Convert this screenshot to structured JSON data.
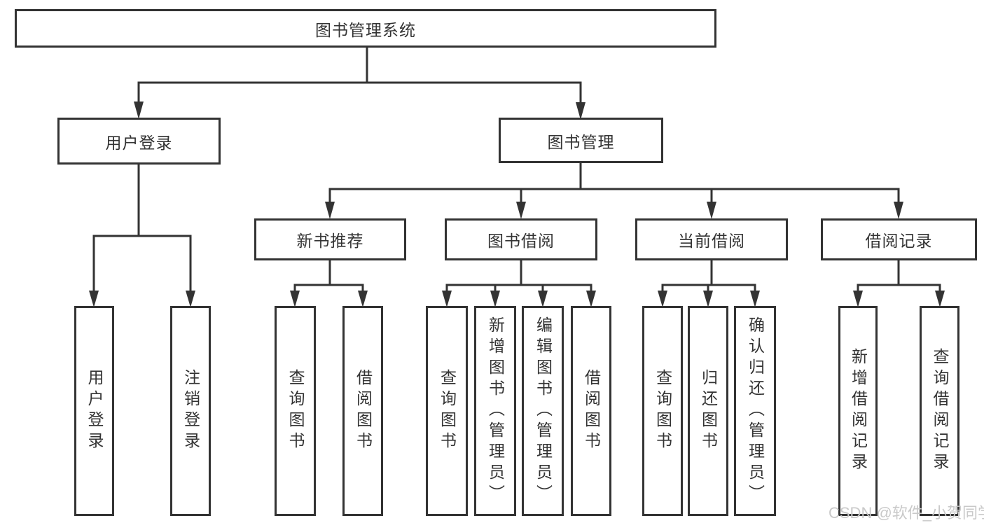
{
  "diagram": {
    "tree": {
      "label": "图书管理系统",
      "children": [
        {
          "label": "用户登录",
          "children": [
            {
              "label": "用户登录"
            },
            {
              "label": "注销登录"
            }
          ]
        },
        {
          "label": "图书管理",
          "children": [
            {
              "label": "新书推荐",
              "children": [
                {
                  "label": "查询图书"
                },
                {
                  "label": "借阅图书"
                }
              ]
            },
            {
              "label": "图书借阅",
              "children": [
                {
                  "label": "查询图书"
                },
                {
                  "label": "新增图书（管理员）"
                },
                {
                  "label": "编辑图书（管理员）"
                },
                {
                  "label": "借阅图书"
                }
              ]
            },
            {
              "label": "当前借阅",
              "children": [
                {
                  "label": "查询图书"
                },
                {
                  "label": "归还图书"
                },
                {
                  "label": "确认归还（管理员）"
                }
              ]
            },
            {
              "label": "借阅记录",
              "children": [
                {
                  "label": "新增借阅记录"
                },
                {
                  "label": "查询借阅记录"
                }
              ]
            }
          ]
        }
      ]
    },
    "colors": {
      "line": "#333333",
      "text": "#333333",
      "background": "#ffffff",
      "watermark": "#c9c9c9"
    }
  },
  "watermark": {
    "text": "CSDN @软件_小贺同学"
  }
}
